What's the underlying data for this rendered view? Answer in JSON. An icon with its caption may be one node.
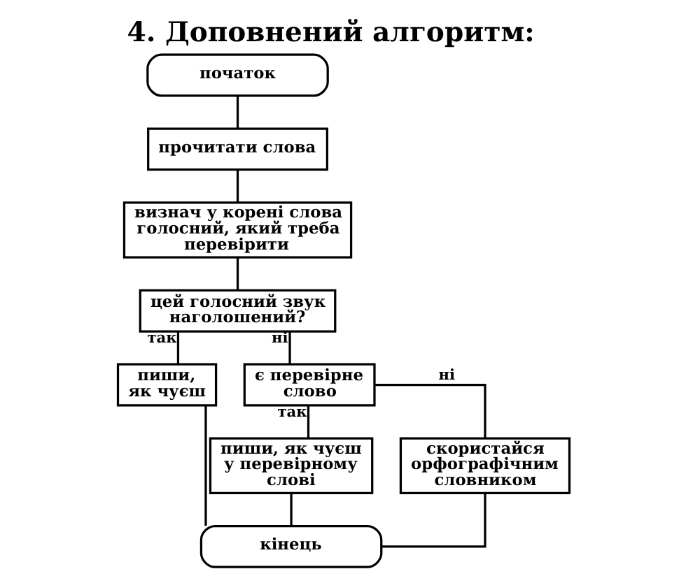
{
  "diagram": {
    "title": "4. Доповнений алгоритм:",
    "nodes": [
      {
        "text": [
          "початок"
        ]
      },
      {
        "text": [
          "прочитати слова"
        ]
      },
      {
        "text": [
          "визнач у корені слова голосний, який треба перевірити"
        ]
      },
      {
        "text": [
          "цей голосний звук наголошений?"
        ]
      },
      {
        "text": [
          "пиши, як чуєш"
        ]
      },
      {
        "text": [
          "є перевірне слово"
        ]
      },
      {
        "text": [
          "пиши, як чуєш у перевірному слові"
        ]
      },
      {
        "text": [
          "скористайся орфографічним словником"
        ]
      },
      {
        "text": [
          "кінець"
        ]
      }
    ],
    "edges": [
      {
        "from": 0,
        "to": 1,
        "arrow": "none"
      },
      {
        "from": 1,
        "to": 2,
        "arrow": "none"
      },
      {
        "from": 2,
        "to": 3,
        "arrow": "none"
      },
      {
        "from": 3,
        "to": 4,
        "arrow": "none",
        "label": "так"
      },
      {
        "from": 3,
        "to": 5,
        "arrow": "none",
        "label": "ні"
      },
      {
        "from": 5,
        "to": 6,
        "arrow": "none",
        "label": "так"
      },
      {
        "from": 5,
        "to": 7,
        "arrow": "none",
        "label": "ні"
      },
      {
        "from": 4,
        "to": 8,
        "arrow": "none"
      },
      {
        "from": 6,
        "to": 8,
        "arrow": "none"
      },
      {
        "from": 7,
        "to": 8,
        "arrow": "none"
      }
    ]
  }
}
